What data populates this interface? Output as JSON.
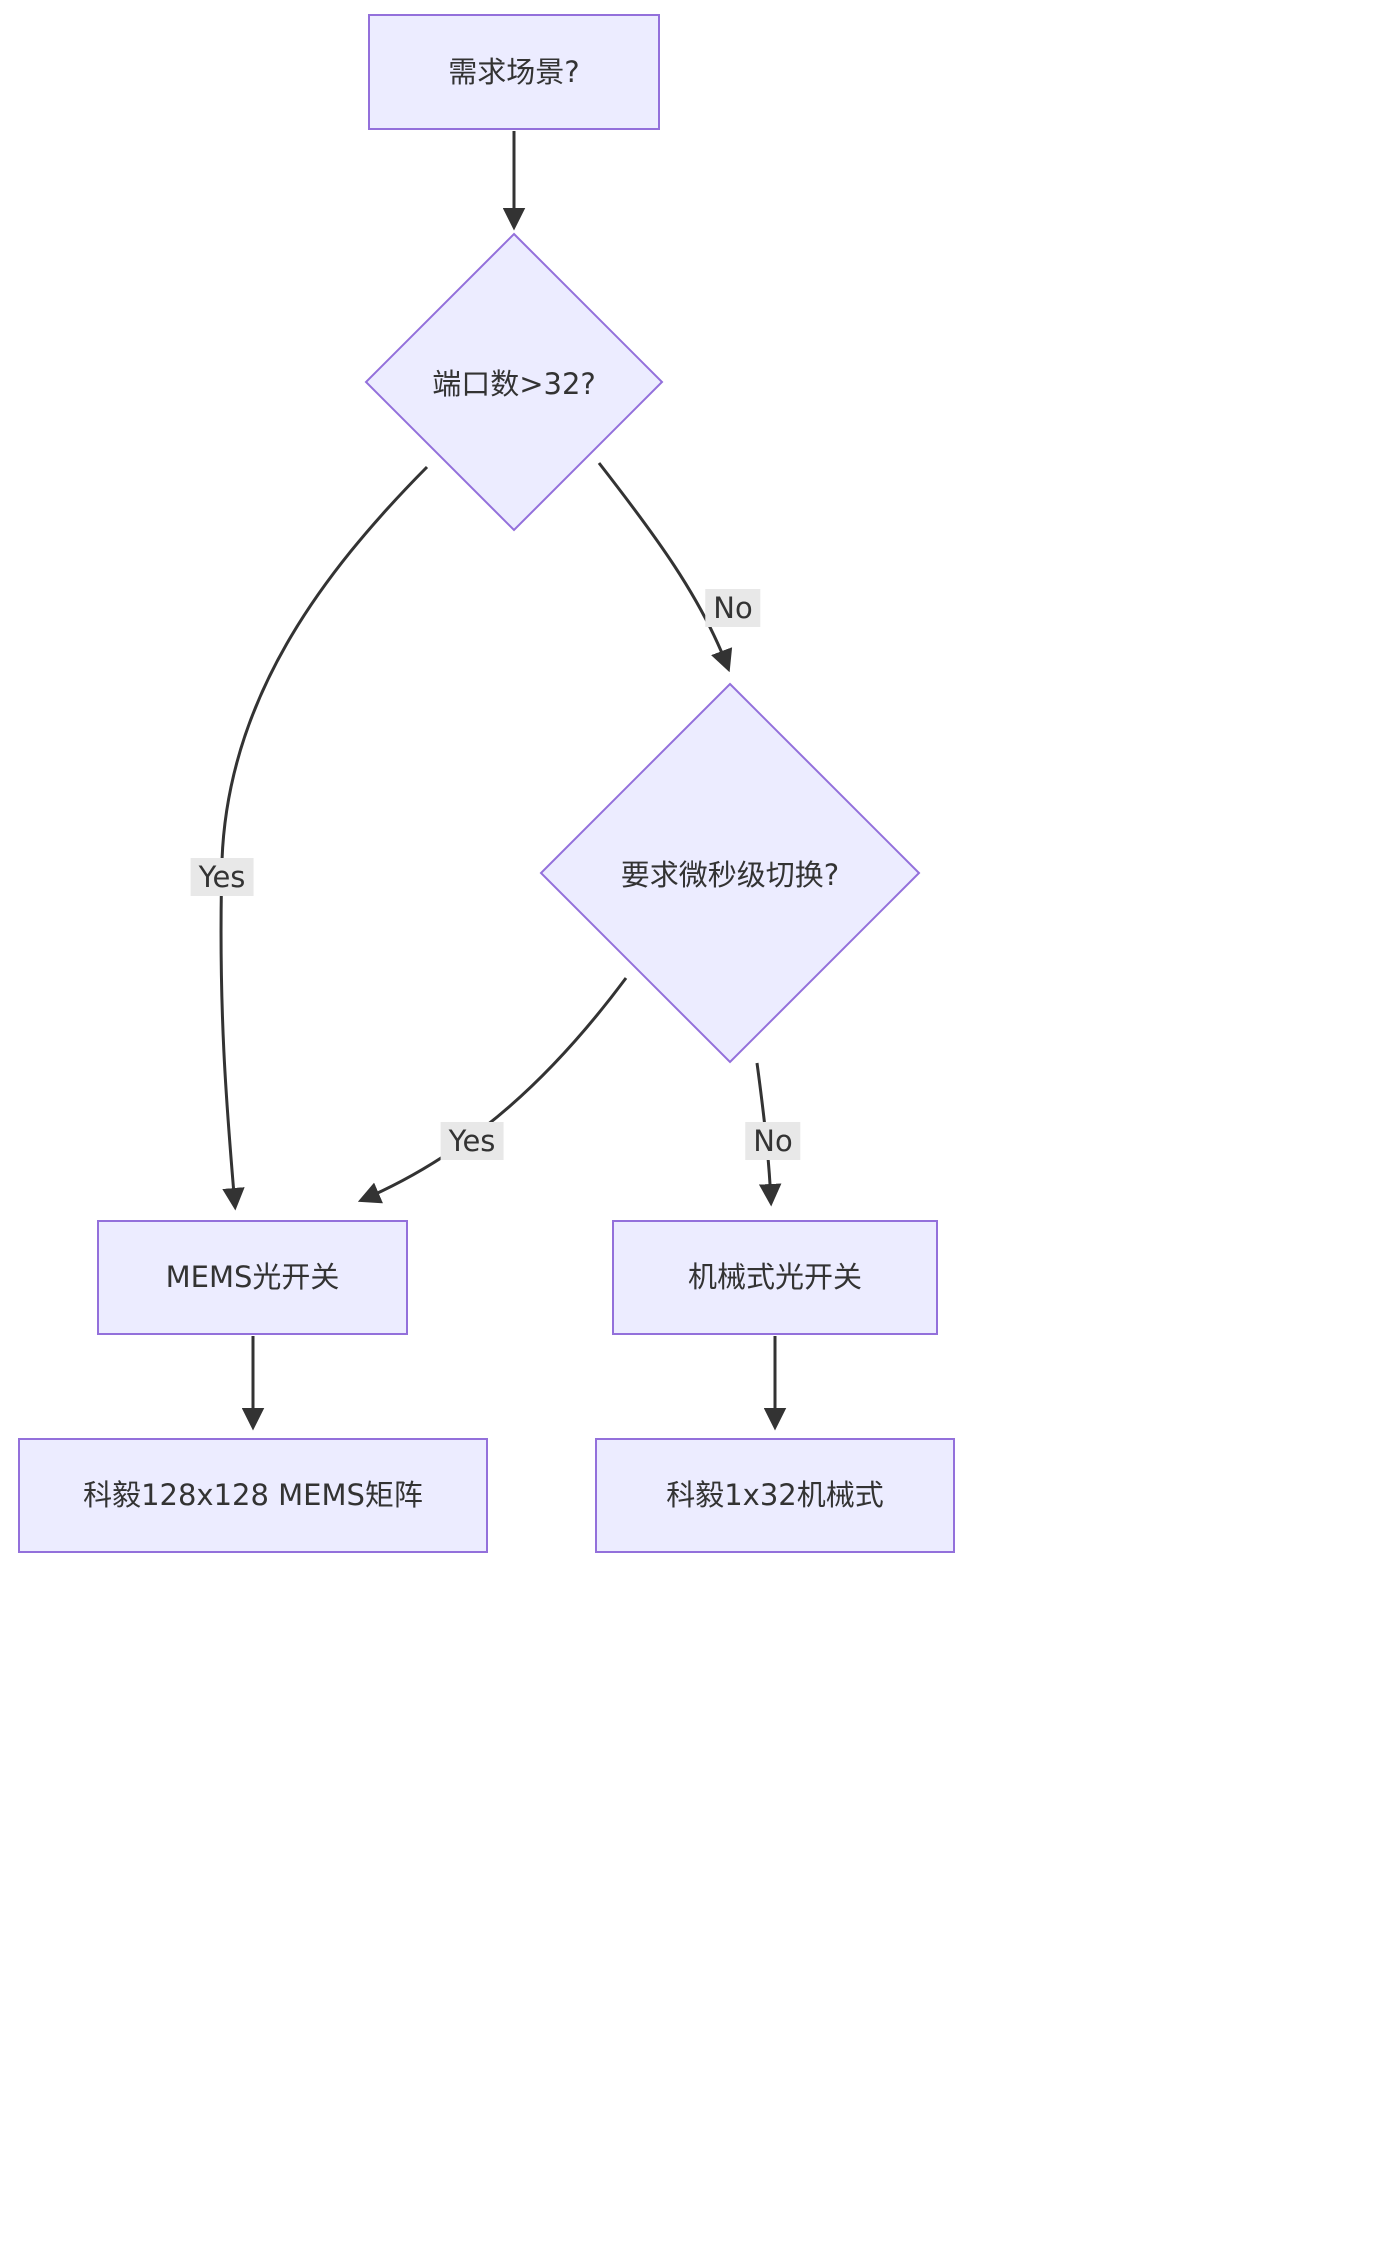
{
  "diagram": {
    "nodes": {
      "start": {
        "label": "需求场景?"
      },
      "d1": {
        "label": "端口数>32?"
      },
      "d2": {
        "label": "要求微秒级切换?"
      },
      "mems": {
        "label": "MEMS光开关"
      },
      "mech": {
        "label": "机械式光开关"
      },
      "mems_product": {
        "label": "科毅128x128 MEMS矩阵"
      },
      "mech_product": {
        "label": "科毅1x32机械式"
      }
    },
    "edge_labels": {
      "yes1": "Yes",
      "no1": "No",
      "yes2": "Yes",
      "no2": "No"
    },
    "colors": {
      "node_fill": "#ECECFF",
      "node_border": "#9370DB",
      "edge": "#333333",
      "edge_label_bg": "#e8e8e8",
      "text": "#333333"
    }
  }
}
